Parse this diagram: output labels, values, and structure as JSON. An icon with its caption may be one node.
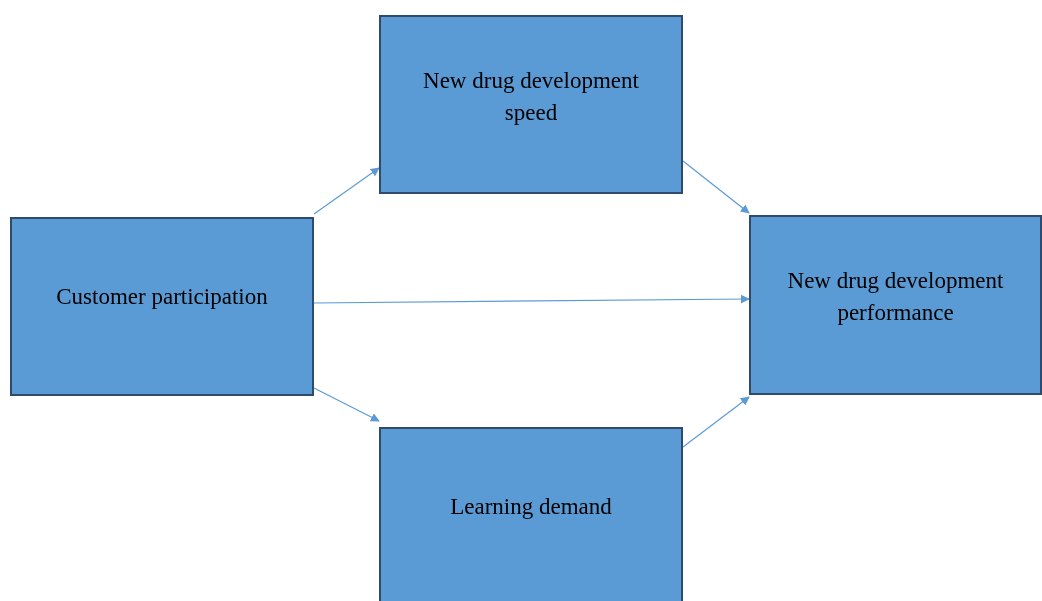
{
  "diagram": {
    "nodes": [
      {
        "text": [
          "Customer participation"
        ]
      },
      {
        "text": [
          "New drug development speed"
        ]
      },
      {
        "text": [
          "Learning demand"
        ]
      },
      {
        "text": [
          "New drug development performance"
        ]
      }
    ],
    "edges": [
      {
        "from": 0,
        "to": 1,
        "arrow": "to"
      },
      {
        "from": 1,
        "to": 3,
        "arrow": "to"
      },
      {
        "from": 0,
        "to": 3,
        "arrow": "to"
      },
      {
        "from": 0,
        "to": 2,
        "arrow": "to"
      },
      {
        "from": 2,
        "to": 3,
        "arrow": "to"
      }
    ]
  }
}
